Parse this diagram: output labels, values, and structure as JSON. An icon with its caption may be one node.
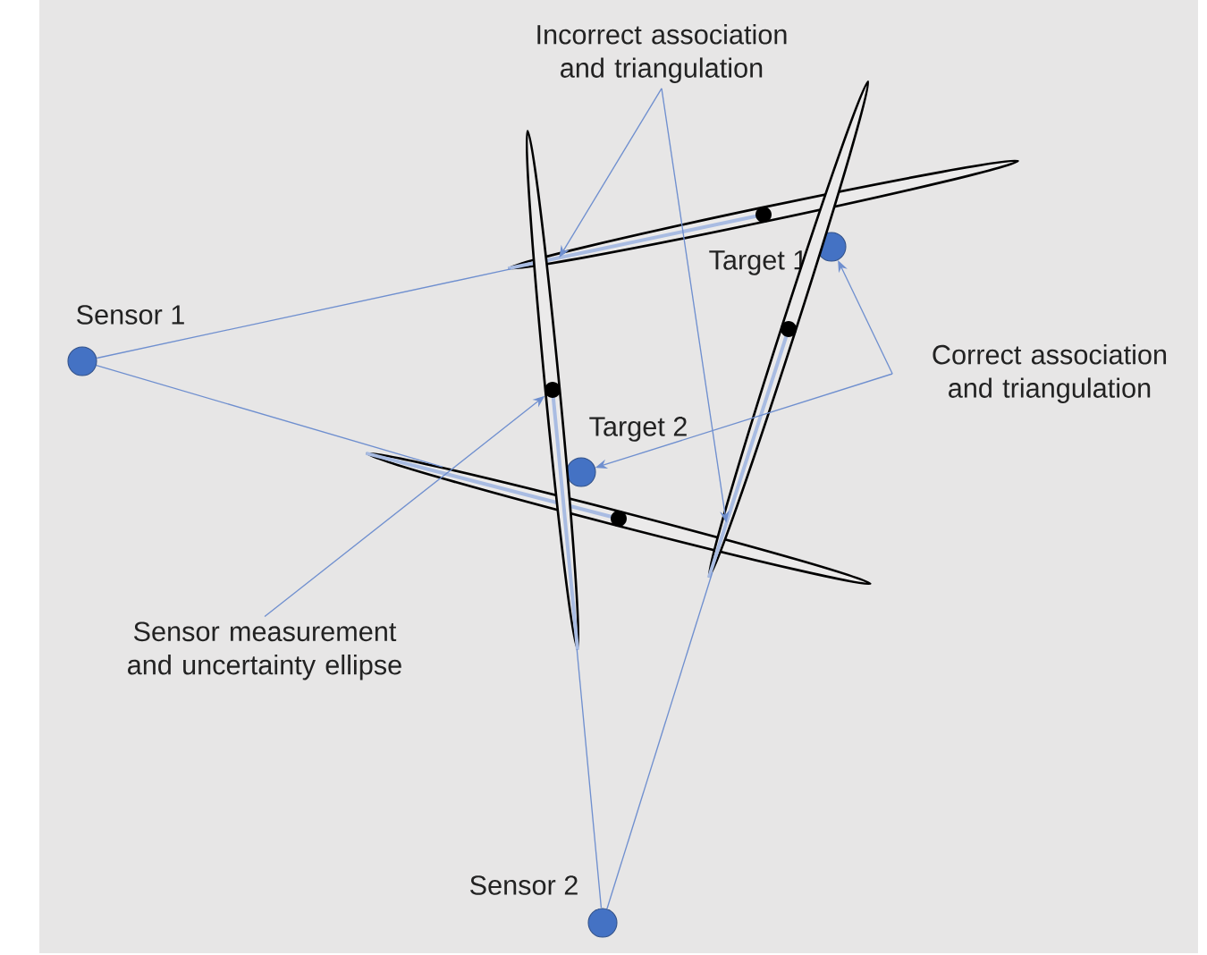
{
  "diagram": {
    "nodes": [
      {
        "text": [],
        "shape": "circle",
        "beside": [
          "Sensor 1"
        ]
      },
      {
        "text": [],
        "shape": "circle",
        "beside": [
          "Sensor 2"
        ]
      },
      {
        "text": [],
        "shape": "circle",
        "beside": [
          "Target 1"
        ]
      },
      {
        "text": [],
        "shape": "circle",
        "beside": [
          "Target 2"
        ]
      },
      {
        "text": [],
        "shape": "ellipse"
      },
      {
        "text": [],
        "shape": "ellipse"
      },
      {
        "text": [],
        "shape": "ellipse"
      },
      {
        "text": [],
        "shape": "ellipse"
      },
      {
        "text": [
          "Incorrect association and triangulation"
        ]
      },
      {
        "text": [
          "Correct association and triangulation"
        ]
      },
      {
        "text": [
          "Sensor measurement and uncertainty ellipse"
        ]
      }
    ],
    "edges": [
      {
        "from": 0,
        "to": 4,
        "arrow": "none"
      },
      {
        "from": 0,
        "to": 5,
        "arrow": "none"
      },
      {
        "from": 1,
        "to": 6,
        "arrow": "none"
      },
      {
        "from": 1,
        "to": 7,
        "arrow": "none"
      },
      {
        "from": 8,
        "to": 4,
        "arrow": "to"
      },
      {
        "from": 8,
        "to": 7,
        "arrow": "to"
      },
      {
        "from": 9,
        "to": 2,
        "arrow": "to"
      },
      {
        "from": 9,
        "to": 3,
        "arrow": "to"
      },
      {
        "from": 10,
        "to": 6,
        "arrow": "to"
      }
    ]
  }
}
